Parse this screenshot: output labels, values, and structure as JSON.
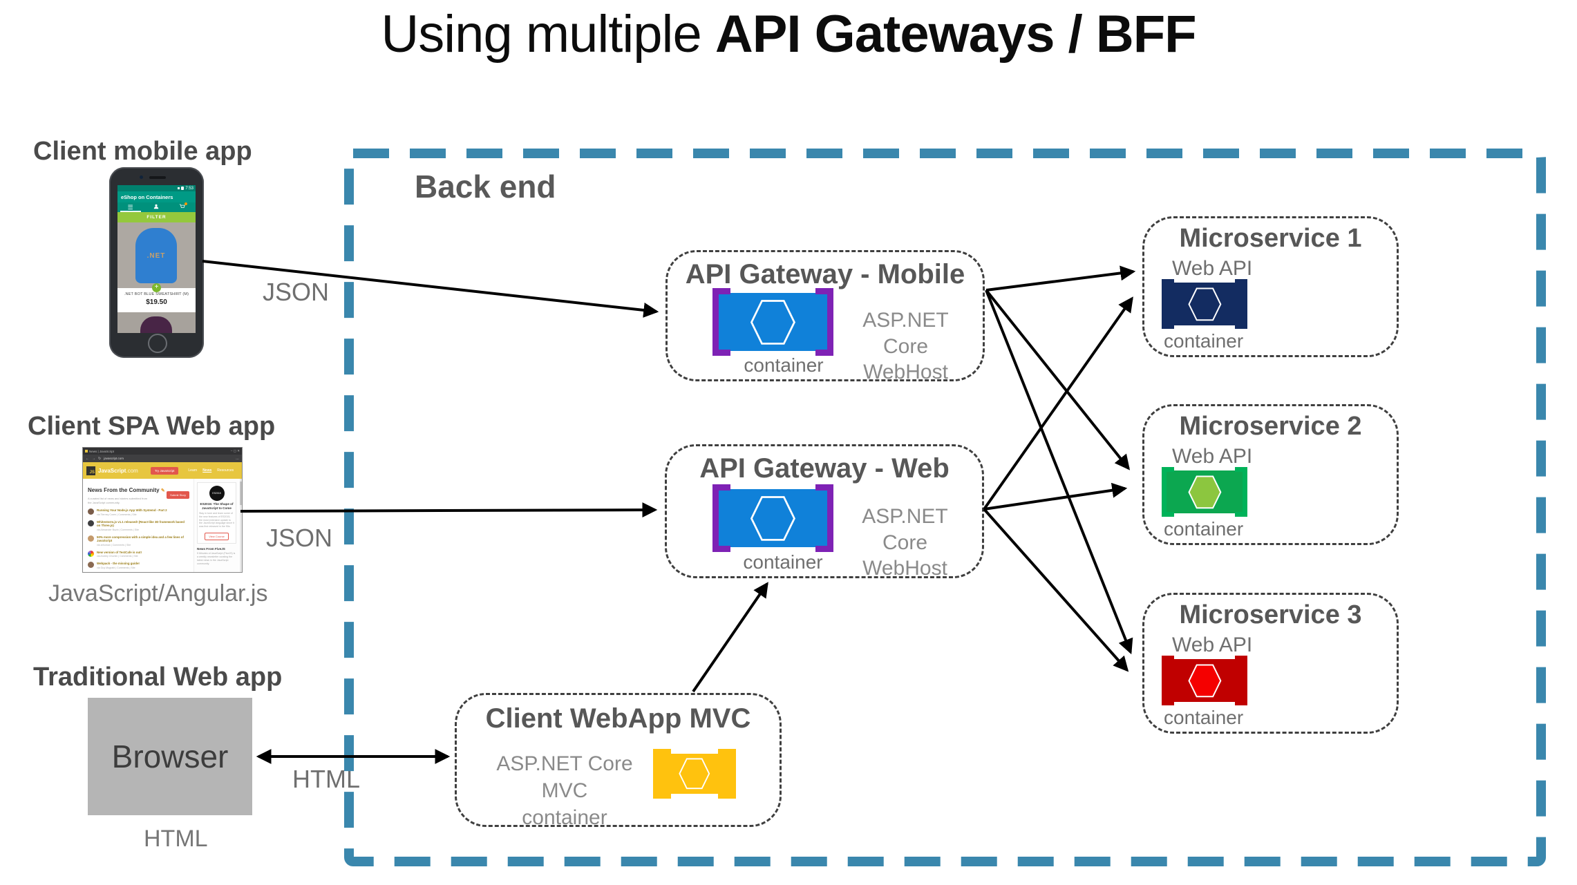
{
  "title": {
    "regular": "Using multiple ",
    "bold": "API Gateways / BFF"
  },
  "colors": {
    "backend_border": "#3A87AD",
    "box_border": "#3f3f3f",
    "container_blue": "#1081D9",
    "bracket_purple": "#7E22B5",
    "container_navy": "#132C61",
    "container_green": "#0CA750",
    "hexagon_light_green": "#8CC63F",
    "container_red": "#C00000",
    "hexagon_bright_red": "#F50000",
    "container_yellow": "#FFC20E",
    "phone_teal": "#009a85",
    "filter_green": "#94c83d",
    "js_yellow": "#e7c63f",
    "accent_red": "#e2574c"
  },
  "icons": {
    "hamburger": "☰",
    "back_arrow": "←",
    "forward_arrow": "→",
    "refresh": "↻",
    "minimize": "–",
    "maximize": "▢",
    "close": "✕",
    "pencil": "✎",
    "plus": "+",
    "ellipsis": "…"
  },
  "clients": {
    "mobile": {
      "heading": "Client mobile app",
      "arrow_label": "JSON",
      "phone": {
        "status_time": "7:53",
        "app_title": "eShop on Containers",
        "filter_label": "FILTER",
        "product_logo": ".NET",
        "product_name": ".NET BOT BLUE SWEATSHIRT (M)",
        "product_price": "$19.50"
      }
    },
    "spa": {
      "heading": "Client SPA Web app",
      "caption": "JavaScript/Angular.js",
      "arrow_label": "JSON",
      "browser": {
        "tab_title": "News | JavaScript",
        "url": "javascript.com",
        "logo_badge": "JS",
        "logo_bold": "JavaScript",
        "logo_light": ".com",
        "try_button": "Try JavaScript",
        "nav_learn": "Learn",
        "nav_news": "News",
        "nav_resources": "Resources",
        "news_heading": "News From the Community",
        "news_sub": "A curated list of news and stories submitted from the JavaScript community.",
        "submit_button": "Submit Story",
        "news_items": [
          {
            "title": "Running Your Node.js App With Systemd - Part 2",
            "meta": "via Tierney Coren  |  Comments  |  Site"
          },
          {
            "title": "Whitestorm.js v1.1 released! (React-like 3D framework based on Three.js)",
            "meta": "via Alexander Buzin  |  Comments  |  Site"
          },
          {
            "title": "50% more compression with a simple idea and a few lines of JavaScript",
            "meta": "via arhuman  |  Comments  |  Site"
          },
          {
            "title": "New version of TestCafe is out!",
            "meta": "via Andrey Churkin  |  Comments  |  Site"
          },
          {
            "title": "Webpack - the missing guide!",
            "meta": "via Guy Mograbi  |  Comments  |  Site"
          }
        ],
        "vinyl_label": "ES2015",
        "sidebar_title": "ES2015: The Shape of JavaScript to Come",
        "sidebar_text": "Stay in tune and learn some of the new features of ES2015, the most extensive update to the JavaScript language since it was first released in the 90s.",
        "sidebar_button": "View Course",
        "sidebar_heading2": "News From FiveJS",
        "sidebar_text2": "5 Minutes of JavaScript (FiveJS) is a weekly newsletter curating the latest news in the JavaScript community."
      }
    },
    "traditional": {
      "heading": "Traditional Web app",
      "box_label": "Browser",
      "caption": "HTML",
      "arrow_label": "HTML"
    }
  },
  "backend": {
    "label": "Back end",
    "gateways": [
      {
        "title": "API Gateway - Mobile",
        "subtitle_line1": "ASP.NET Core",
        "subtitle_line2": "WebHost",
        "container_label": "container"
      },
      {
        "title": "API Gateway - Web",
        "subtitle_line1": "ASP.NET Core",
        "subtitle_line2": "WebHost",
        "container_label": "container"
      }
    ],
    "mvc": {
      "title": "Client WebApp MVC",
      "subtitle_line1": "ASP.NET Core MVC",
      "subtitle_line2": "container"
    },
    "microservices": [
      {
        "title": "Microservice 1",
        "subtitle": "Web API",
        "container_label": "container"
      },
      {
        "title": "Microservice 2",
        "subtitle": "Web API",
        "container_label": "container"
      },
      {
        "title": "Microservice 3",
        "subtitle": "Web API",
        "container_label": "container"
      }
    ]
  }
}
